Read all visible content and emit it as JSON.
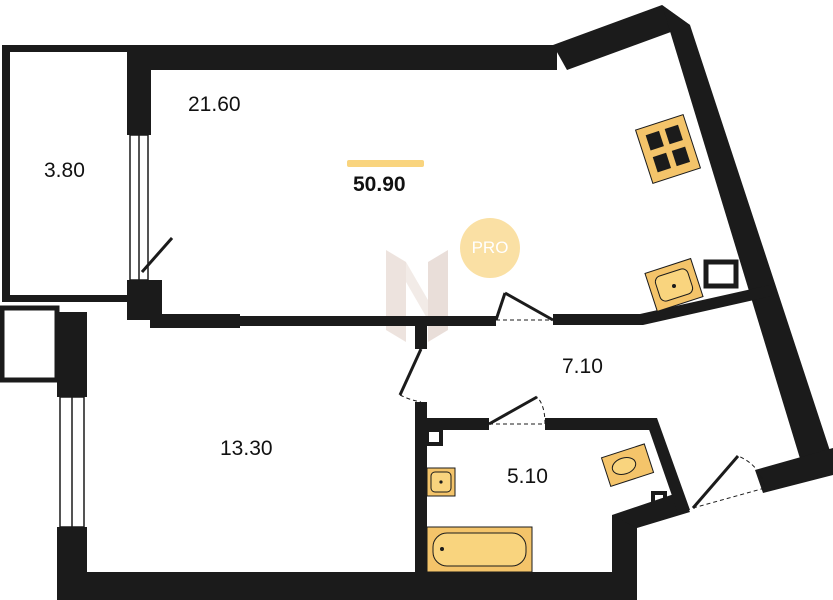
{
  "rooms": {
    "living_room_area": "21.60",
    "loggia_area": "3.80",
    "bedroom_area": "13.30",
    "hallway_area": "7.10",
    "bathroom_area": "5.10"
  },
  "total": {
    "area": "50.90"
  },
  "badge": {
    "text": "PRO"
  },
  "colors": {
    "wall": "#1b1b1b",
    "fixture": "#f4c46a",
    "accent": "#f9d47e",
    "badge": "#f7c85a",
    "watermark": "#d9c9c0"
  },
  "icons": {
    "stove": "cooktop-icon",
    "kitchen_sink": "sink-icon",
    "bathroom_sink": "washbasin-icon",
    "toilet": "toilet-icon",
    "bathtub": "bathtub-icon",
    "watermark": "h-logo-watermark"
  }
}
